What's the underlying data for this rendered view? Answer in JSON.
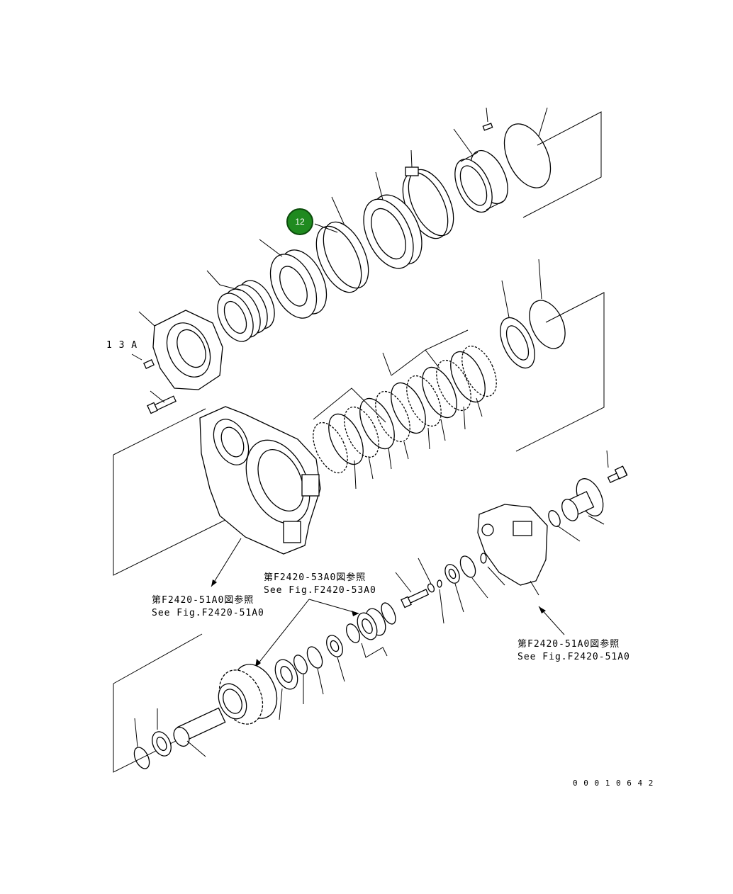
{
  "callout": {
    "number": "12"
  },
  "labels": {
    "item_13a": "1 3 A",
    "ref_53a0_jp": "第F2420-53A0図参照",
    "ref_53a0_en": "See Fig.F2420-53A0",
    "ref_51a0_left_jp": "第F2420-51A0図参照",
    "ref_51a0_left_en": "See Fig.F2420-51A0",
    "ref_51a0_right_jp": "第F2420-51A0図参照",
    "ref_51a0_right_en": "See Fig.F2420-51A0",
    "drawing_number": "0 0 0 1 0 6 4 2"
  }
}
